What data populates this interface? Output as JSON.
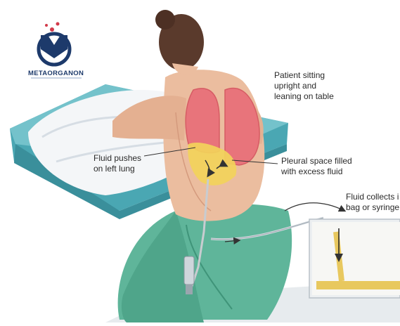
{
  "logo": {
    "name": "METAORGANON",
    "accent_color": "#1d3a6b",
    "dot_color": "#d23a4a"
  },
  "labels": {
    "patient_line1": "Patient sitting",
    "patient_line2": "upright and",
    "patient_line3": "leaning on table",
    "fluid_pushes_line1": "Fluid pushes",
    "fluid_pushes_line2": "on left lung",
    "pleural_line1": "Pleural space filled",
    "pleural_line2": "with excess fluid",
    "collects_line1": "Fluid collects i",
    "collects_line2": "bag or syringe"
  },
  "colors": {
    "table": "#5fb3bd",
    "skin": "#e9b89a",
    "lung": "#e8747b",
    "fluid": "#f2d35a",
    "pants": "#5fb59a",
    "hair": "#5a3a2c"
  }
}
